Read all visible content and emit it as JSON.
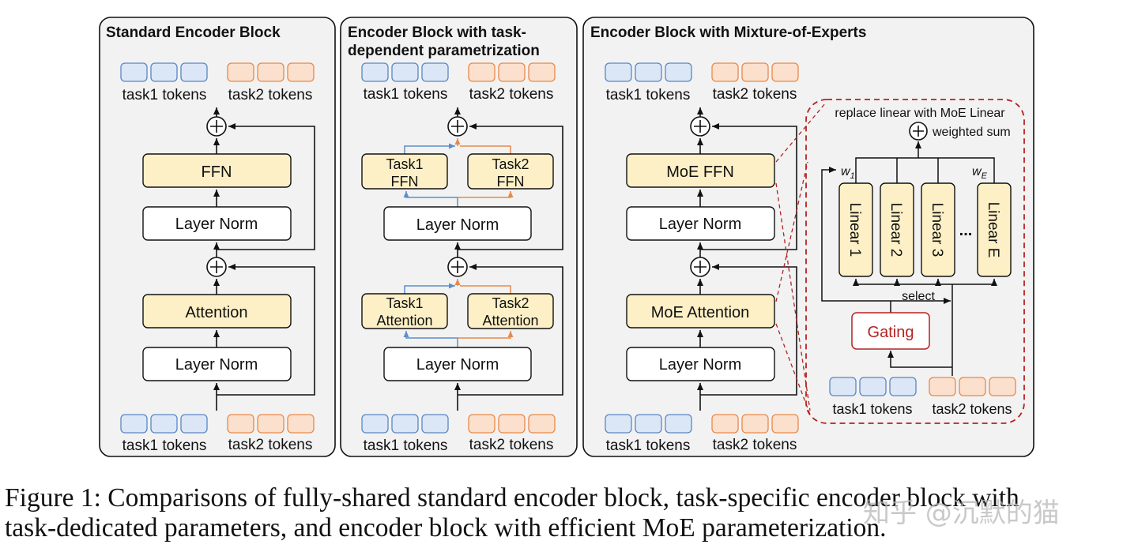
{
  "panels": [
    {
      "title": "Standard Encoder Block"
    },
    {
      "title_line1": "Encoder Block with task-",
      "title_line2": "dependent parametrization"
    },
    {
      "title": "Encoder Block with Mixture-of-Experts"
    }
  ],
  "tokens": {
    "task1": "task1 tokens",
    "task2": "task2 tokens"
  },
  "blocks": {
    "ffn": "FFN",
    "layer_norm": "Layer Norm",
    "attention": "Attention",
    "task1": "Task1",
    "task2": "Task2",
    "ffn_short": "FFN",
    "attention_short": "Attention",
    "moe_ffn": "MoE FFN",
    "moe_attention": "MoE Attention"
  },
  "moe_detail": {
    "title": "replace linear with MoE Linear",
    "weighted_sum": "weighted sum",
    "w1": "w",
    "w1_sub": "1",
    "wE": "w",
    "wE_sub": "E",
    "experts": [
      "Linear 1",
      "Linear 2",
      "Linear 3",
      "Linear E"
    ],
    "ellipsis": "...",
    "select": "select",
    "gating": "Gating"
  },
  "caption": {
    "line1": "Figure 1: Comparisons of fully-shared standard encoder block, task-specific encoder block with",
    "line2": "task-dedicated parameters, and encoder block with efficient MoE parameterization."
  },
  "watermark": "知乎 @沉默的猫",
  "colors": {
    "panel_bg": "#f2f2f2",
    "yellow_block": "#fdf0c6",
    "blue_token": "#dbe7f6",
    "blue_token_stroke": "#5b86c2",
    "orange_token": "#fbe0cd",
    "orange_token_stroke": "#e8894a",
    "task1_arrow": "#5b8fc9",
    "task2_arrow": "#e8894a",
    "gating": "#b52222",
    "dashed_box": "#b52222"
  }
}
